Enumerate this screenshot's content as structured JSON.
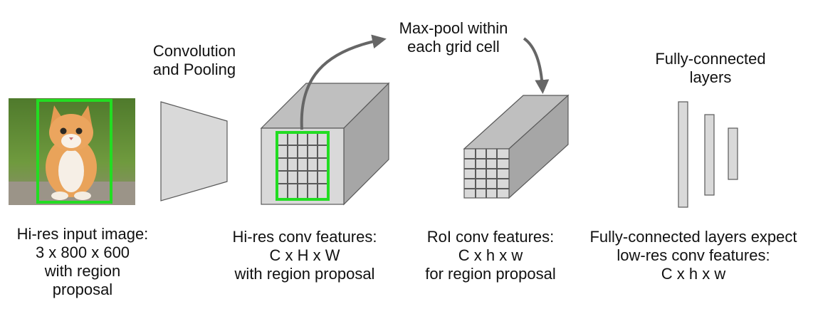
{
  "labels": {
    "conv_pool": [
      "Convolution",
      "and Pooling"
    ],
    "maxpool": [
      "Max-pool within",
      "each grid cell"
    ],
    "fc_title": [
      "Fully-connected",
      "layers"
    ],
    "input": [
      "Hi-res input image:",
      "3 x 800 x 600",
      "with region",
      "proposal"
    ],
    "conv_features": [
      "Hi-res conv features:",
      "C x H x W",
      "with region proposal"
    ],
    "roi_features": [
      "RoI conv features:",
      "C x h x w",
      "for region proposal"
    ],
    "fc_expect": [
      "Fully-connected layers expect",
      "low-res conv features:",
      "C x h x w"
    ]
  },
  "colors": {
    "box_face": "#d9d9d9",
    "box_top": "#bfbfbf",
    "box_side": "#a6a6a6",
    "stroke": "#595959",
    "proposal": "#22dd22",
    "arrow": "#666666"
  },
  "icons": {
    "input_image": "kitten-photo-icon"
  }
}
